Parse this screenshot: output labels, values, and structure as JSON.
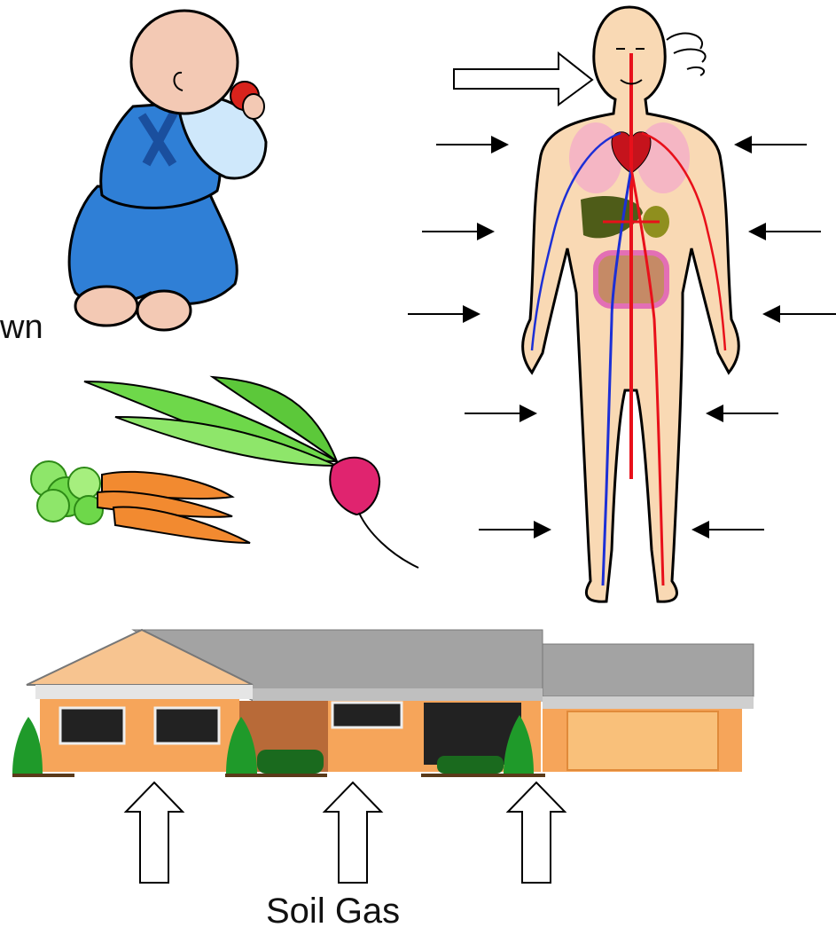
{
  "labels": {
    "partial_edge_text": "wn",
    "bottom_caption": "Soil Gas"
  },
  "figures": {
    "baby": "baby-eating-clipart",
    "vegetables": [
      "carrots-clipart",
      "radish-clipart"
    ],
    "body": "human-circulatory-body-clipart",
    "house": "house-clipart"
  },
  "colors": {
    "skin": "#f9d9b4",
    "overalls": "#2f7fd6",
    "shirt": "#cfe8fb",
    "carrot": "#f28a30",
    "leaf": "#6ed84a",
    "radish": "#e0246f",
    "artery": "#e8101a",
    "vein": "#1c2fd6",
    "house_wall": "#f6a55a",
    "roof": "#a9a9a9",
    "shrub": "#1f9a2a"
  }
}
